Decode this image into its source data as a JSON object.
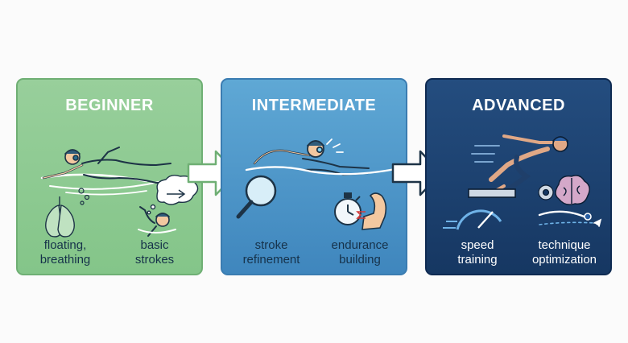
{
  "stages": [
    {
      "title": "BEGINNER",
      "skills": [
        "floating,\nbreathing",
        "basic\nstrokes"
      ]
    },
    {
      "title": "INTERMEDIATE",
      "skills": [
        "stroke\nrefinement",
        "endurance\nbuilding"
      ]
    },
    {
      "title": "ADVANCED",
      "skills": [
        "speed\ntraining",
        "technique\noptimization"
      ]
    }
  ],
  "colors": {
    "beginner": "#8ac98e",
    "intermediate": "#4b93c8",
    "advanced": "#1b3f6c"
  },
  "icons": [
    "swimmer-icon",
    "lungs-icon",
    "bubbles-icon",
    "arrow-bubble-icon",
    "swimmer-icon",
    "magnifier-icon",
    "stopwatch-icon",
    "flexed-arm-icon",
    "diving-swimmer-icon",
    "gauge-icon",
    "gear-icon",
    "brain-icon",
    "streamline-swimmer-icon"
  ]
}
